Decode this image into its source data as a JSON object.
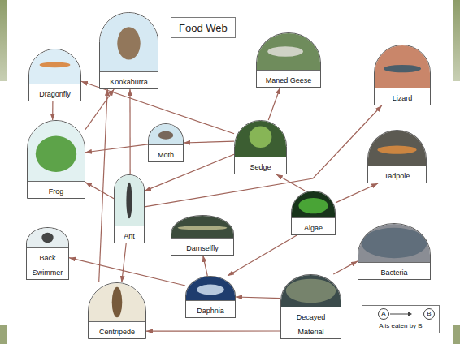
{
  "diagram": {
    "title": "Food Web",
    "nodes": [
      {
        "text": [
          "Dragonfly"
        ]
      },
      {
        "text": [
          "Kookaburra"
        ]
      },
      {
        "text": [
          "Maned Geese"
        ]
      },
      {
        "text": [
          "Lizard"
        ]
      },
      {
        "text": [
          "Frog"
        ]
      },
      {
        "text": [
          "Moth"
        ]
      },
      {
        "text": [
          "Sedge"
        ]
      },
      {
        "text": [
          "Tadpole"
        ]
      },
      {
        "text": [
          "Ant"
        ]
      },
      {
        "text": [
          "Algae"
        ]
      },
      {
        "text": [
          "Damselfly"
        ]
      },
      {
        "text": [
          "Back Swimmer"
        ]
      },
      {
        "text": [
          "Bacteria"
        ]
      },
      {
        "text": [
          "Daphnia"
        ]
      },
      {
        "text": [
          "Centripede"
        ]
      },
      {
        "text": [
          "Decayed Material"
        ]
      }
    ],
    "edges": [
      {
        "from": 0,
        "to": 4,
        "arrow": "to"
      },
      {
        "from": 6,
        "to": 0,
        "arrow": "to"
      },
      {
        "from": 6,
        "to": 2,
        "arrow": "to"
      },
      {
        "from": 6,
        "to": 5,
        "arrow": "to"
      },
      {
        "from": 5,
        "to": 4,
        "arrow": "to"
      },
      {
        "from": 4,
        "to": 1,
        "arrow": "to"
      },
      {
        "from": 8,
        "to": 1,
        "arrow": "to"
      },
      {
        "from": 14,
        "to": 1,
        "arrow": "to"
      },
      {
        "from": 8,
        "to": 4,
        "arrow": "to"
      },
      {
        "from": 6,
        "to": 8,
        "arrow": "to"
      },
      {
        "from": 8,
        "to": 3,
        "arrow": "to"
      },
      {
        "from": 8,
        "to": 14,
        "arrow": "to"
      },
      {
        "from": 9,
        "to": 6,
        "arrow": "to"
      },
      {
        "from": 9,
        "to": 7,
        "arrow": "to"
      },
      {
        "from": 9,
        "to": 13,
        "arrow": "to"
      },
      {
        "from": 13,
        "to": 10,
        "arrow": "to"
      },
      {
        "from": 13,
        "to": 11,
        "arrow": "to"
      },
      {
        "from": 15,
        "to": 13,
        "arrow": "to"
      },
      {
        "from": 15,
        "to": 12,
        "arrow": "to"
      },
      {
        "from": 15,
        "to": 14,
        "arrow": "to"
      }
    ],
    "labels": [
      "A",
      "B"
    ],
    "legend": [
      {
        "text": "A is eaten by B"
      }
    ]
  }
}
